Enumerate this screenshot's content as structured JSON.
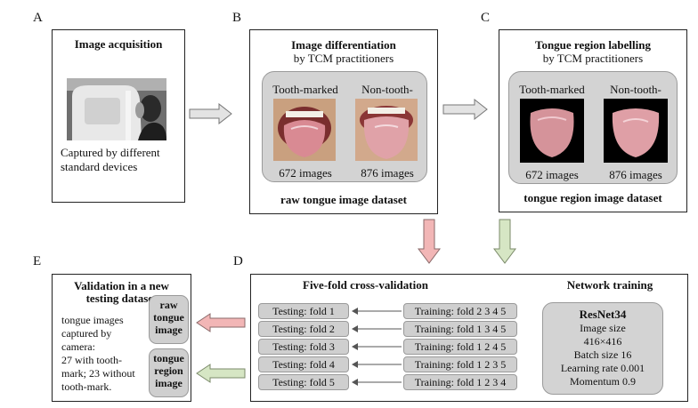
{
  "panel_letters": {
    "a": "A",
    "b": "B",
    "c": "C",
    "d": "D",
    "e": "E"
  },
  "panel_a": {
    "title": "Image acquisition",
    "caption_line1": "Captured by different",
    "caption_line2": "standard devices"
  },
  "panel_b": {
    "title": "Image differentiation",
    "subtitle": "by TCM practitioners",
    "left_label": "Tooth-marked",
    "right_label": "Non-tooth-marked",
    "left_count": "672 images",
    "right_count": "876 images",
    "footer": "raw tongue image dataset"
  },
  "panel_c": {
    "title": "Tongue region labelling",
    "subtitle": "by TCM practitioners",
    "left_label": "Tooth-marked",
    "right_label": "Non-tooth-marked",
    "left_count": "672 images",
    "right_count": "876 images",
    "footer": "tongue region image dataset"
  },
  "panel_d": {
    "cv_title": "Five-fold cross-validation",
    "nt_title": "Network training",
    "testing": [
      "Testing: fold 1",
      "Testing: fold 2",
      "Testing: fold 3",
      "Testing: fold 4",
      "Testing: fold 5"
    ],
    "training": [
      "Training: fold 2 3 4 5",
      "Training: fold 1 3 4 5",
      "Training: fold 1 2 4 5",
      "Training: fold 1 2 3 5",
      "Training: fold 1 2 3 4"
    ],
    "network": {
      "name": "ResNet34",
      "line1": "Image size",
      "line2": "416×416",
      "line3": "Batch size 16",
      "line4": "Learning rate 0.001",
      "line5": "Momentum 0.9"
    }
  },
  "panel_e": {
    "title_line1": "Validation in a new",
    "title_line2": "testing dataset",
    "text_lines": [
      "tongue images",
      "captured by",
      "camera:",
      "27 with tooth-",
      "mark; 23 without",
      "tooth-mark."
    ],
    "tag1": [
      "raw",
      "tongue",
      "image"
    ],
    "tag2": [
      "tongue",
      "region",
      "image"
    ]
  },
  "colors": {
    "pink_arrow": "#f2b6b6",
    "green_arrow": "#d6e6c4",
    "gray_arrow": "#e3e3e3",
    "panel_gray": "#d3d3d3"
  }
}
